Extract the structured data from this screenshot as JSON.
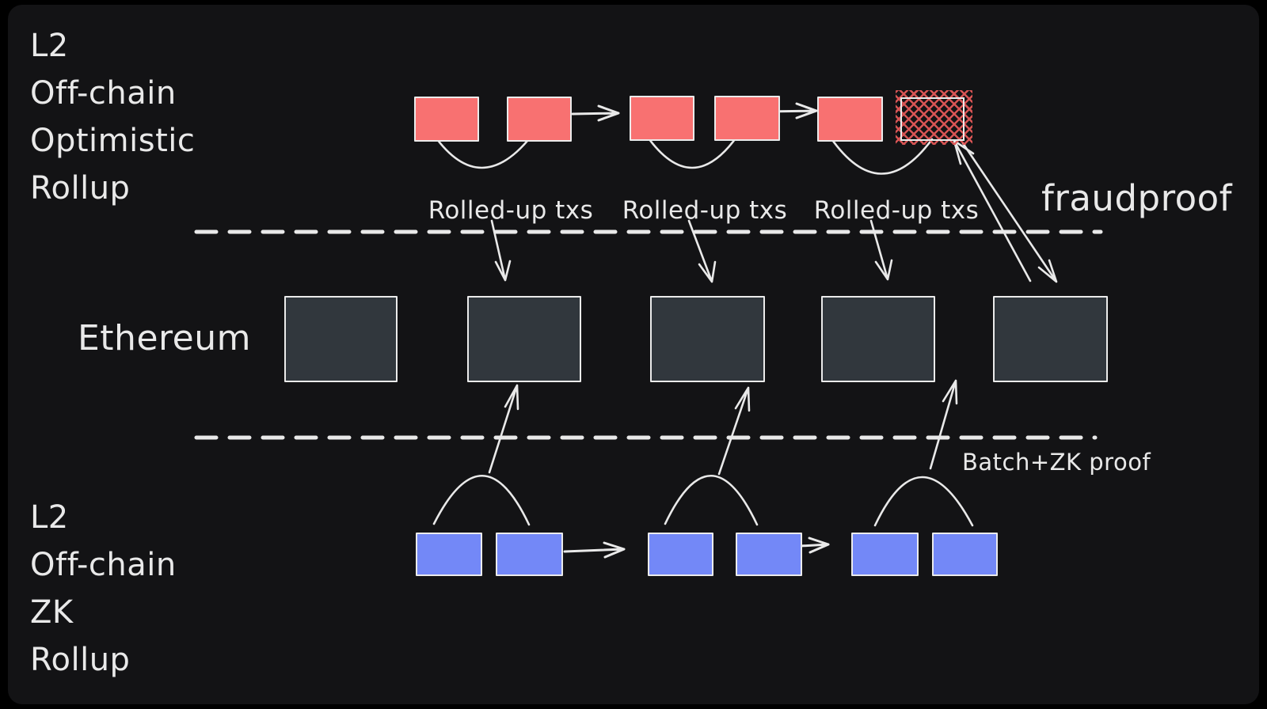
{
  "title": "L2 Rollups vs Ethereum diagram",
  "colors": {
    "card-bg": "#131315",
    "ink": "#e9e9e9",
    "red": "#f87171",
    "hatch-red": "#e25858",
    "blue": "#7388f7",
    "eth-fill": "#31373d",
    "block-border": "#ebebeb"
  },
  "labels": {
    "optimistic": {
      "l1": "L2",
      "l2": "Off-chain",
      "l3": "Optimistic",
      "l4": "Rollup"
    },
    "zk": {
      "l1": "L2",
      "l2": "Off-chain",
      "l3": "ZK",
      "l4": "Rollup"
    },
    "ethereum": "Ethereum",
    "fraudproof": "fraudproof",
    "batch_zk_proof": "Batch+ZK proof",
    "rolled_up_1": "Rolled-up txs",
    "rolled_up_2": "Rolled-up txs",
    "rolled_up_3": "Rolled-up txs"
  }
}
